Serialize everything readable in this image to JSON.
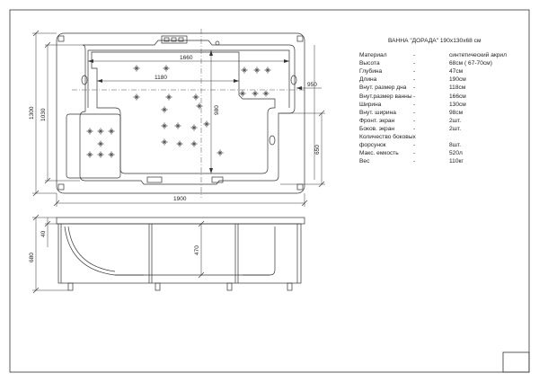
{
  "drawing": {
    "title": "ВАННА \"ДОРАДА\"",
    "title_size": "190х130х68 см",
    "specs": [
      {
        "label": "Материал",
        "sep": "-",
        "value": "синтетический акрил"
      },
      {
        "label": "Высота",
        "sep": "-",
        "value": "68см   ( 67-70см)"
      },
      {
        "label": "Глубина",
        "sep": "-",
        "value": "47см"
      },
      {
        "label": "Длина",
        "sep": "-",
        "value": "190см"
      },
      {
        "label": "Внут. размер дна",
        "sep": "-",
        "value": "118см"
      },
      {
        "label": "Внут.размер ванны",
        "sep": "-",
        "value": "166см"
      },
      {
        "label": "Ширина",
        "sep": "-",
        "value": "130см"
      },
      {
        "label": "Внут. ширина",
        "sep": "-",
        "value": "98см"
      },
      {
        "label": "Фронт. экран",
        "sep": "-",
        "value": "2шт."
      },
      {
        "label": "Боков. экран",
        "sep": "-",
        "value": "2шт."
      },
      {
        "label": "Количество боковых",
        "sep": "",
        "value": ""
      },
      {
        "label": "форсунок",
        "sep": "-",
        "value": "8шт."
      },
      {
        "label": "Макс. емкость",
        "sep": "-",
        "value": "520л"
      },
      {
        "label": "Вес",
        "sep": "-",
        "value": "110кг"
      }
    ],
    "top_view_dimensions": {
      "overall_length": "1900",
      "overall_width": "1300",
      "inner_width": "1030",
      "inner_length": "1660",
      "bottom_length": "1180",
      "inner_depth_980": "980",
      "step_950": "950",
      "seat_650": "650"
    },
    "side_view_dimensions": {
      "height": "680",
      "rim": "40",
      "depth": "470"
    }
  }
}
